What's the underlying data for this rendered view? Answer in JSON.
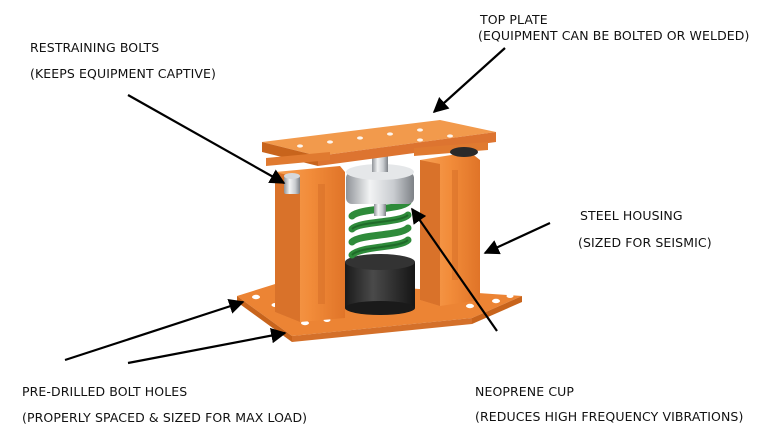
{
  "labels": {
    "restraining_bolts": {
      "title": "RESTRAINING BOLTS",
      "note": "(KEEPS EQUIPMENT CAPTIVE)"
    },
    "top_plate": {
      "title": "TOP PLATE",
      "note": "(EQUIPMENT CAN BE BOLTED OR WELDED)"
    },
    "steel_housing": {
      "title": "STEEL HOUSING",
      "note": "(SIZED  FOR  SEISMIC)"
    },
    "bolt_holes": {
      "title": "PRE-DRILLED BOLT HOLES",
      "note": "(PROPERLY SPACED & SIZED FOR MAX LOAD)"
    },
    "neoprene_cup": {
      "title": "NEOPRENE CUP",
      "note": "(REDUCES HIGH FREQUENCY VIBRATIONS)"
    }
  },
  "colors": {
    "housing": "#f28c3a",
    "housing_dark": "#c8641c",
    "spring": "#2e8b3a",
    "cup": "#2a2a2a",
    "steel": "#c9ccd0"
  }
}
